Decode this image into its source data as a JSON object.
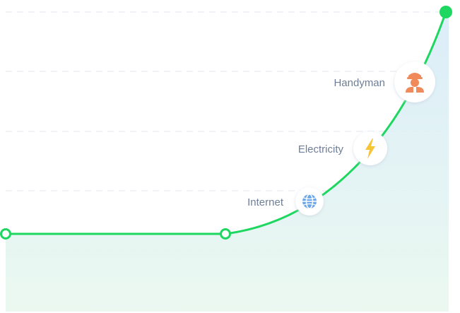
{
  "chart_data": {
    "type": "line",
    "title": "",
    "xlabel": "",
    "ylabel": "",
    "grid": true,
    "colors": {
      "line": "#1ed760",
      "marker_fill": "#ffffff",
      "endpoint": "#1ed760",
      "grid": "#e6e9ef",
      "area_top": "#d7ebf8",
      "area_bottom": "#e9f8ef",
      "label": "#6f7e96",
      "badge_fill": "#ffffff",
      "badge_shadow": "#dfe5ee"
    },
    "milestones": [
      {
        "label": "Internet",
        "icon": "globe-icon",
        "icon_color": "#6aa6e8"
      },
      {
        "label": "Electricity",
        "icon": "lightning-bolt-icon",
        "icon_color": "#f6c434"
      },
      {
        "label": "Handyman",
        "icon": "handyman-worker-icon",
        "icon_color": "#f08a5b"
      }
    ]
  }
}
